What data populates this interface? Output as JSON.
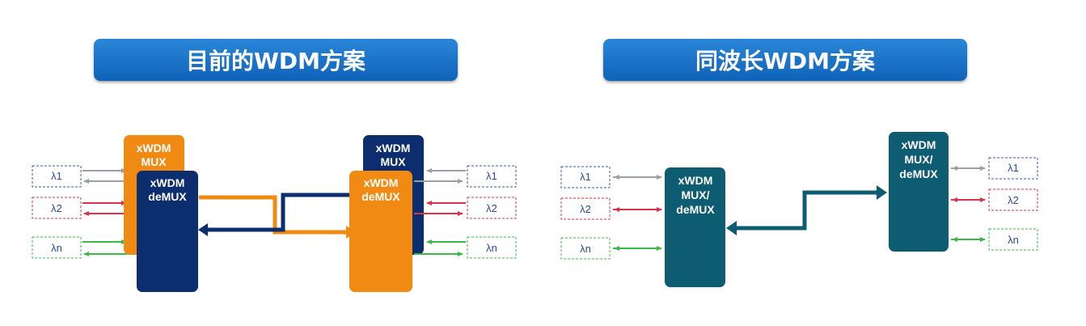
{
  "left": {
    "title": "目前的WDM方案",
    "mux_label": [
      "xWDM",
      "MUX"
    ],
    "demux_label": [
      "xWDM",
      "deMUX"
    ],
    "lambdas": [
      "λ1",
      "λ2",
      "λn"
    ]
  },
  "right": {
    "title": "同波长WDM方案",
    "muxdemux_label": [
      "xWDM",
      "MUX/",
      "deMUX"
    ],
    "lambdas": [
      "λ1",
      "λ2",
      "λn"
    ]
  },
  "colors": {
    "orange": "#f18a12",
    "navy": "#0d2e6e",
    "teal": "#0e5c72",
    "lambda1": "#3a5aa8",
    "lambda2": "#d9334a",
    "lambdan": "#3bb84a",
    "gray_arrow": "#9aa0a8"
  }
}
